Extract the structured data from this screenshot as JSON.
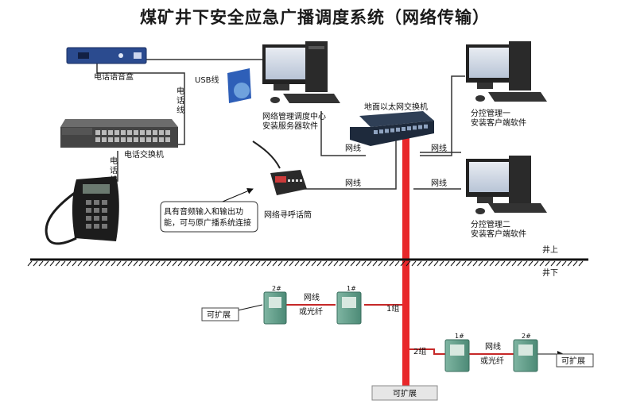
{
  "title": "煤矿井下安全应急广播调度系统（网络传输）",
  "devices": {
    "voice_box": "电话语音盒",
    "phone_switch": "电话交换机",
    "server_line1": "网络管理调度中心",
    "server_line2": "安装服务器软件",
    "eth_switch": "地面以太网交换机",
    "client1_line1": "分控管理一",
    "client1_line2": "安装客户端软件",
    "client2_line1": "分控管理二",
    "client2_line2": "安装客户端软件",
    "paging_mic": "网络寻呼话筒",
    "callout_line1": "具有音频输入和输出功",
    "callout_line2": "能，可与原广播系统连接"
  },
  "cables": {
    "usb": "USB线",
    "phone_v": "电话线",
    "phone_v2": "电话线",
    "net1": "网线",
    "net2": "网线",
    "net3": "网线",
    "net4": "网线"
  },
  "ground": {
    "above": "井上",
    "below": "井下"
  },
  "underground": {
    "group1": "1组",
    "group2": "2组",
    "s2a": "2#",
    "s1a": "1#",
    "s1b": "1#",
    "s2b": "2#",
    "link1_a": "网线",
    "link1_b": "或光纤",
    "link2_a": "网线",
    "link2_b": "或光纤",
    "expand_left": "可扩展",
    "expand_right": "可扩展",
    "expand_bottom": "可扩展"
  },
  "colors": {
    "trunk": "#e8272a",
    "cable": "#333333",
    "station": "#5e9a86"
  }
}
